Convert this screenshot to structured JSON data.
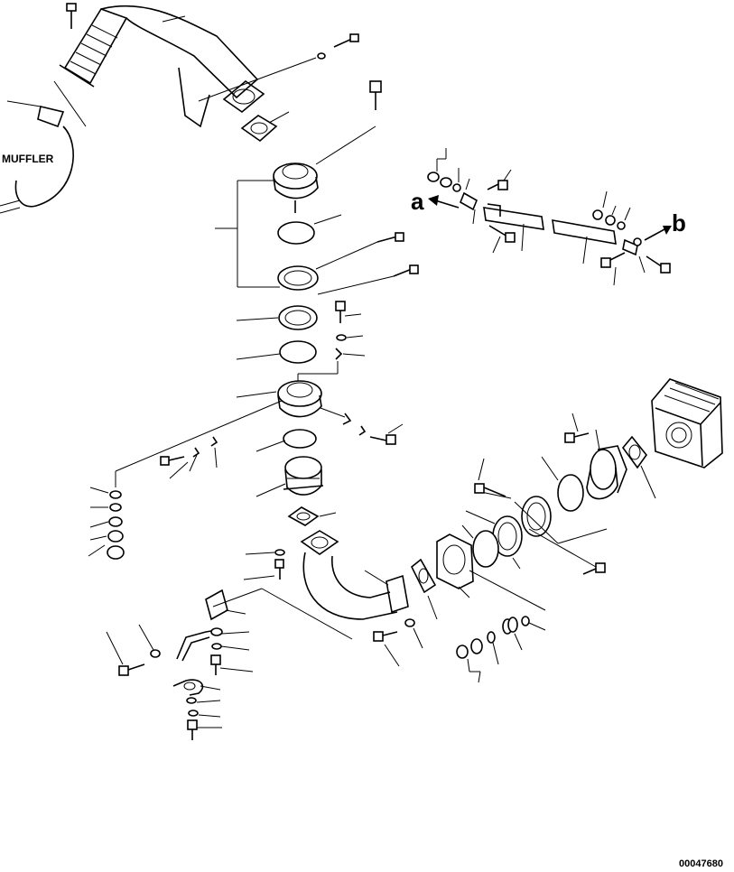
{
  "labels": {
    "muffler": "MUFFLER",
    "arrow_a": "a",
    "arrow_b": "b",
    "drawing_number": "00047680"
  },
  "icons": [
    "bolt-icon",
    "washer-icon",
    "gasket-icon",
    "clamp-icon",
    "pipe-icon",
    "bellows-icon",
    "turbocharger-icon",
    "flange-icon"
  ]
}
